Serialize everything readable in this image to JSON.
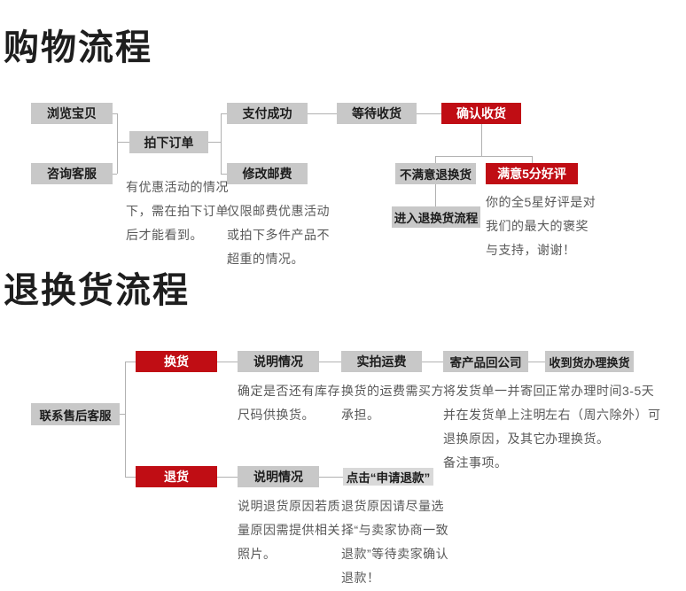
{
  "colors": {
    "accent_red": "#c00d14",
    "box_gray": "#c8c8c8",
    "box_light_gray": "#d9d9d9",
    "connector_gray": "#b1b1b1",
    "note_text": "#595959"
  },
  "shopping_flow": {
    "title": "购物流程",
    "nodes": {
      "browse": "浏览宝贝",
      "consult": "咨询客服",
      "place_order": "拍下订单",
      "pay_success": "支付成功",
      "modify_postage": "修改邮费",
      "wait_receive": "等待收货",
      "confirm_receive": "确认收货",
      "unsatisfied_return": "不满意退换货",
      "satisfied_praise": "满意5分好评",
      "enter_return_flow": "进入退换货流程"
    },
    "notes": {
      "order_note": "有优惠活动的情况下，需在拍下订单后才能看到。",
      "postage_note": "仅限邮费优惠活动或拍下多件产品不超重的情况。",
      "praise_note": "你的全5星好评是对我们的最大的褒奖与支持，谢谢！"
    }
  },
  "return_flow": {
    "title": "退换货流程",
    "nodes": {
      "contact_service": "联系售后客服",
      "exchange": "换货",
      "exchange_explain": "说明情况",
      "freight": "实拍运费",
      "send_back": "寄产品回公司",
      "handle_exchange": "收到货办理换货",
      "return_goods": "退货",
      "return_explain": "说明情况",
      "click_refund": "点击“申请退款”"
    },
    "notes": {
      "exchange_explain_note": "确定是否还有库存尺码供换货。",
      "freight_note": "换货的运费需买方承担。",
      "send_back_note": "将发货单一并寄回并在发货单上注明退换原因，及其它备注事项。",
      "handle_note": "正常办理时间3-5天左右（周六除外）可办理换货。",
      "return_explain_note": "说明退货原因若质量原因需提供相关照片。",
      "refund_note": "退货原因请尽量选择“与卖家协商一致退款”等待卖家确认退款！"
    }
  }
}
